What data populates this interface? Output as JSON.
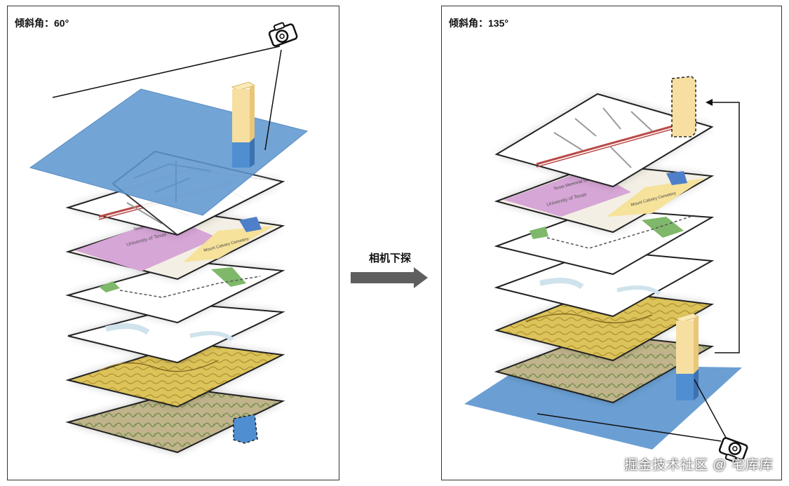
{
  "left_panel": {
    "title": "倾斜角：60°"
  },
  "right_panel": {
    "title": "倾斜角：135°"
  },
  "center_arrow": {
    "label": "相机下探"
  },
  "watermark": "掘金技术社区 @ 宅库库",
  "map_labels": {
    "university": "University of Texas",
    "stadium": "Texas Memorial Stadium",
    "cemetery": "Mount Calvary Cemetery"
  },
  "colors": {
    "sky_plane": "#5b95cf",
    "building": "#f6dfa0",
    "building_under": "#4f8fd1",
    "frame": "#222222",
    "road_red": "#b84a46",
    "topo_yellow": "#d9c25a",
    "campus_purple": "#d6a6d6",
    "park_green": "#7fb86a",
    "arrow_gray": "#5f5f5f"
  }
}
